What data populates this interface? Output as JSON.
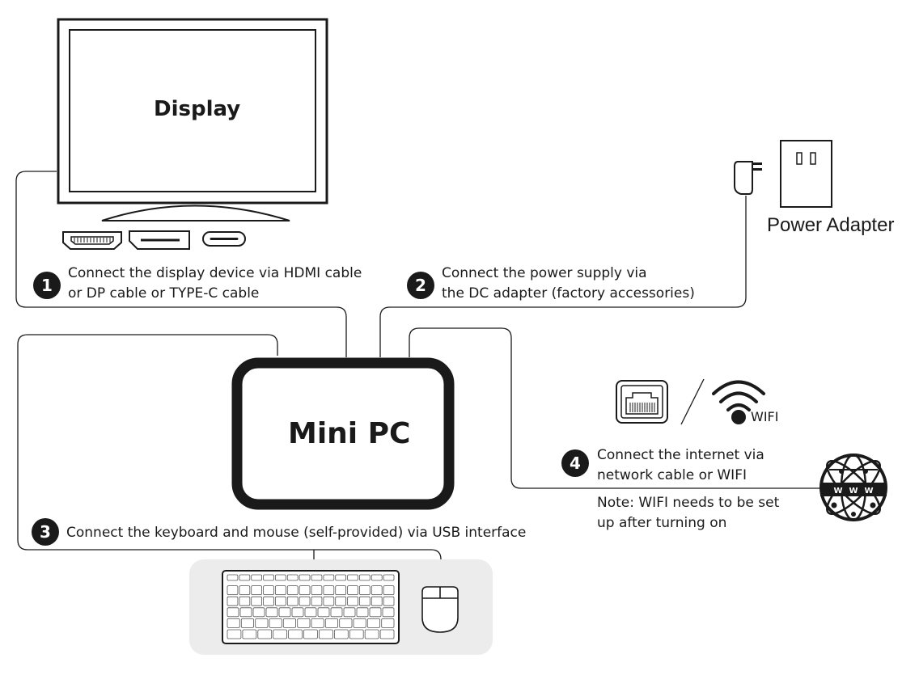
{
  "display": {
    "label": "Display"
  },
  "minipc": {
    "label": "Mini PC"
  },
  "power_adapter": {
    "label": "Power Adapter"
  },
  "wifi": {
    "label": "WIFI"
  },
  "www": {
    "letters": [
      "W",
      "W",
      "W"
    ]
  },
  "steps": [
    {
      "number": "1",
      "lines": [
        "Connect the display device via HDMI cable",
        "or DP cable or TYPE-C cable"
      ]
    },
    {
      "number": "2",
      "lines": [
        "Connect the power supply via",
        "the DC adapter (factory accessories)"
      ]
    },
    {
      "number": "3",
      "lines": [
        "Connect the keyboard and mouse (self-provided) via USB interface"
      ]
    },
    {
      "number": "4",
      "lines": [
        "Connect the internet via",
        "network cable or WIFI"
      ]
    }
  ],
  "note": {
    "lines": [
      "Note: WIFI needs to be set",
      "up after turning on"
    ]
  },
  "colors": {
    "line": "#1a1a1a",
    "keyboard_pad": "#ececec",
    "text": "#1a1a1a"
  },
  "icons": [
    "monitor-icon",
    "hdmi-port-icon",
    "displayport-icon",
    "type-c-port-icon",
    "power-plug-icon",
    "wall-socket-icon",
    "ethernet-port-icon",
    "wifi-icon",
    "globe-icon",
    "keyboard-icon",
    "mouse-icon"
  ]
}
